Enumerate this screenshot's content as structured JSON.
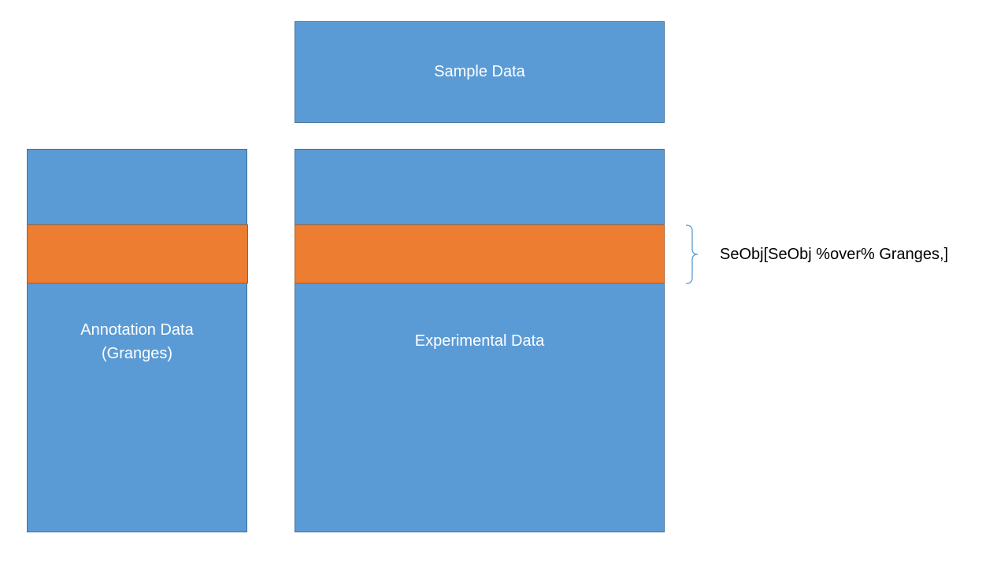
{
  "colors": {
    "box_fill": "#5b9bd5",
    "box_border": "#41719c",
    "highlight_fill": "#ed7d31",
    "highlight_border": "#ae5a21",
    "brace": "#5b9bd5",
    "label_text": "#ffffff",
    "expression_text": "#000000"
  },
  "sample_box": {
    "label": "Sample Data"
  },
  "annotation_box": {
    "label_line1": "Annotation Data",
    "label_line2": "(Granges)"
  },
  "experimental_box": {
    "label": "Experimental Data"
  },
  "subset": {
    "brace_icon": "curly-brace",
    "expression": "SeObj[SeObj %over% Granges,]"
  }
}
